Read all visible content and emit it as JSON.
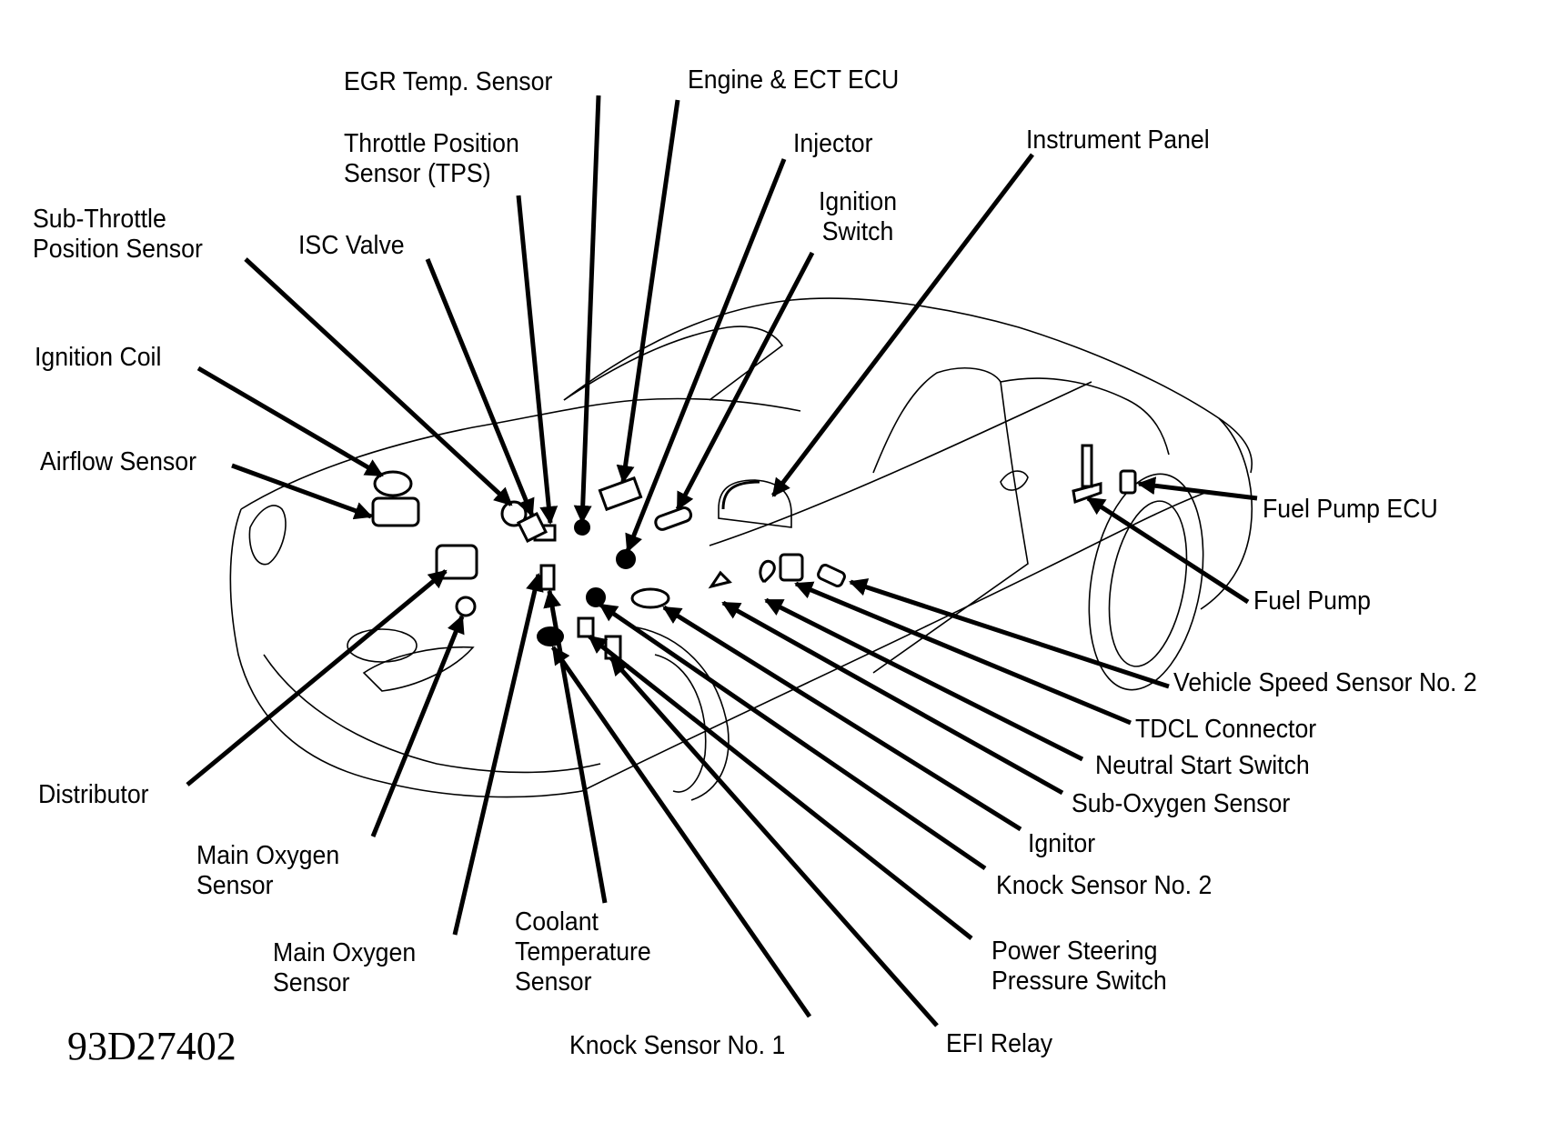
{
  "diagram": {
    "figure_code": "93D27402",
    "subject": "Engine control component locations",
    "labels": [
      {
        "id": "egr-temp-sensor",
        "lines": [
          "EGR Temp. Sensor"
        ]
      },
      {
        "id": "engine-ect-ecu",
        "lines": [
          "Engine & ECT ECU"
        ]
      },
      {
        "id": "throttle-position-sensor",
        "lines": [
          "Throttle Position",
          "Sensor (TPS)"
        ]
      },
      {
        "id": "injector",
        "lines": [
          "Injector"
        ]
      },
      {
        "id": "instrument-panel",
        "lines": [
          "Instrument Panel"
        ]
      },
      {
        "id": "ignition-switch",
        "lines": [
          "Ignition",
          "Switch"
        ]
      },
      {
        "id": "sub-throttle-position-sensor",
        "lines": [
          "Sub-Throttle",
          "Position Sensor"
        ]
      },
      {
        "id": "isc-valve",
        "lines": [
          "ISC Valve"
        ]
      },
      {
        "id": "ignition-coil",
        "lines": [
          "Ignition Coil"
        ]
      },
      {
        "id": "airflow-sensor",
        "lines": [
          "Airflow Sensor"
        ]
      },
      {
        "id": "fuel-pump-ecu",
        "lines": [
          "Fuel Pump ECU"
        ]
      },
      {
        "id": "fuel-pump",
        "lines": [
          "Fuel Pump"
        ]
      },
      {
        "id": "vehicle-speed-sensor-2",
        "lines": [
          "Vehicle Speed Sensor No. 2"
        ]
      },
      {
        "id": "tdcl-connector",
        "lines": [
          "TDCL Connector"
        ]
      },
      {
        "id": "neutral-start-switch",
        "lines": [
          "Neutral Start Switch"
        ]
      },
      {
        "id": "sub-oxygen-sensor",
        "lines": [
          "Sub-Oxygen Sensor"
        ]
      },
      {
        "id": "ignitor",
        "lines": [
          "Ignitor"
        ]
      },
      {
        "id": "knock-sensor-2",
        "lines": [
          "Knock Sensor No. 2"
        ]
      },
      {
        "id": "distributor",
        "lines": [
          "Distributor"
        ]
      },
      {
        "id": "main-oxygen-sensor-a",
        "lines": [
          "Main Oxygen",
          "Sensor"
        ]
      },
      {
        "id": "main-oxygen-sensor-b",
        "lines": [
          "Main Oxygen",
          "Sensor"
        ]
      },
      {
        "id": "coolant-temperature-sensor",
        "lines": [
          "Coolant",
          "Temperature",
          "Sensor"
        ]
      },
      {
        "id": "power-steering-pressure-switch",
        "lines": [
          "Power Steering",
          "Pressure Switch"
        ]
      },
      {
        "id": "knock-sensor-1",
        "lines": [
          "Knock Sensor No. 1"
        ]
      },
      {
        "id": "efi-relay",
        "lines": [
          "EFI Relay"
        ]
      }
    ]
  }
}
